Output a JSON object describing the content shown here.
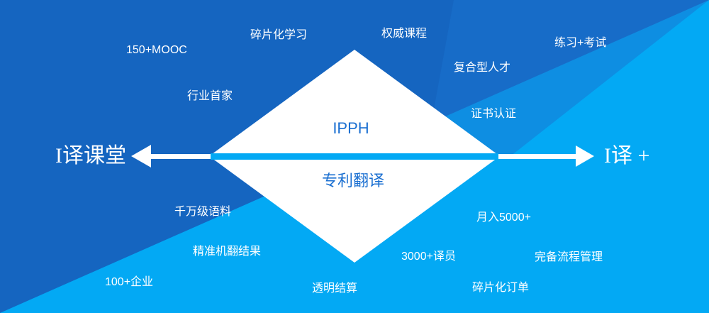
{
  "colors": {
    "dark_blue": "#1565c0",
    "mid_blue": "#1a73cf",
    "light_blue": "#03a9f4",
    "white": "#ffffff",
    "accent_blue": "#1a6fd1"
  },
  "left_end": {
    "label": "I译课堂"
  },
  "right_end": {
    "label": "I译 +"
  },
  "center": {
    "top": "IPPH",
    "bottom": "专利翻译"
  },
  "upper_labels": [
    "150+MOOC",
    "碎片化学习",
    "权威课程",
    "练习+考试",
    "复合型人才",
    "行业首家",
    "证书认证"
  ],
  "lower_labels": [
    "千万级语料",
    "精准机翻结果",
    "100+企业",
    "透明结算",
    "3000+译员",
    "月入5000+",
    "完备流程管理",
    "碎片化订单"
  ]
}
